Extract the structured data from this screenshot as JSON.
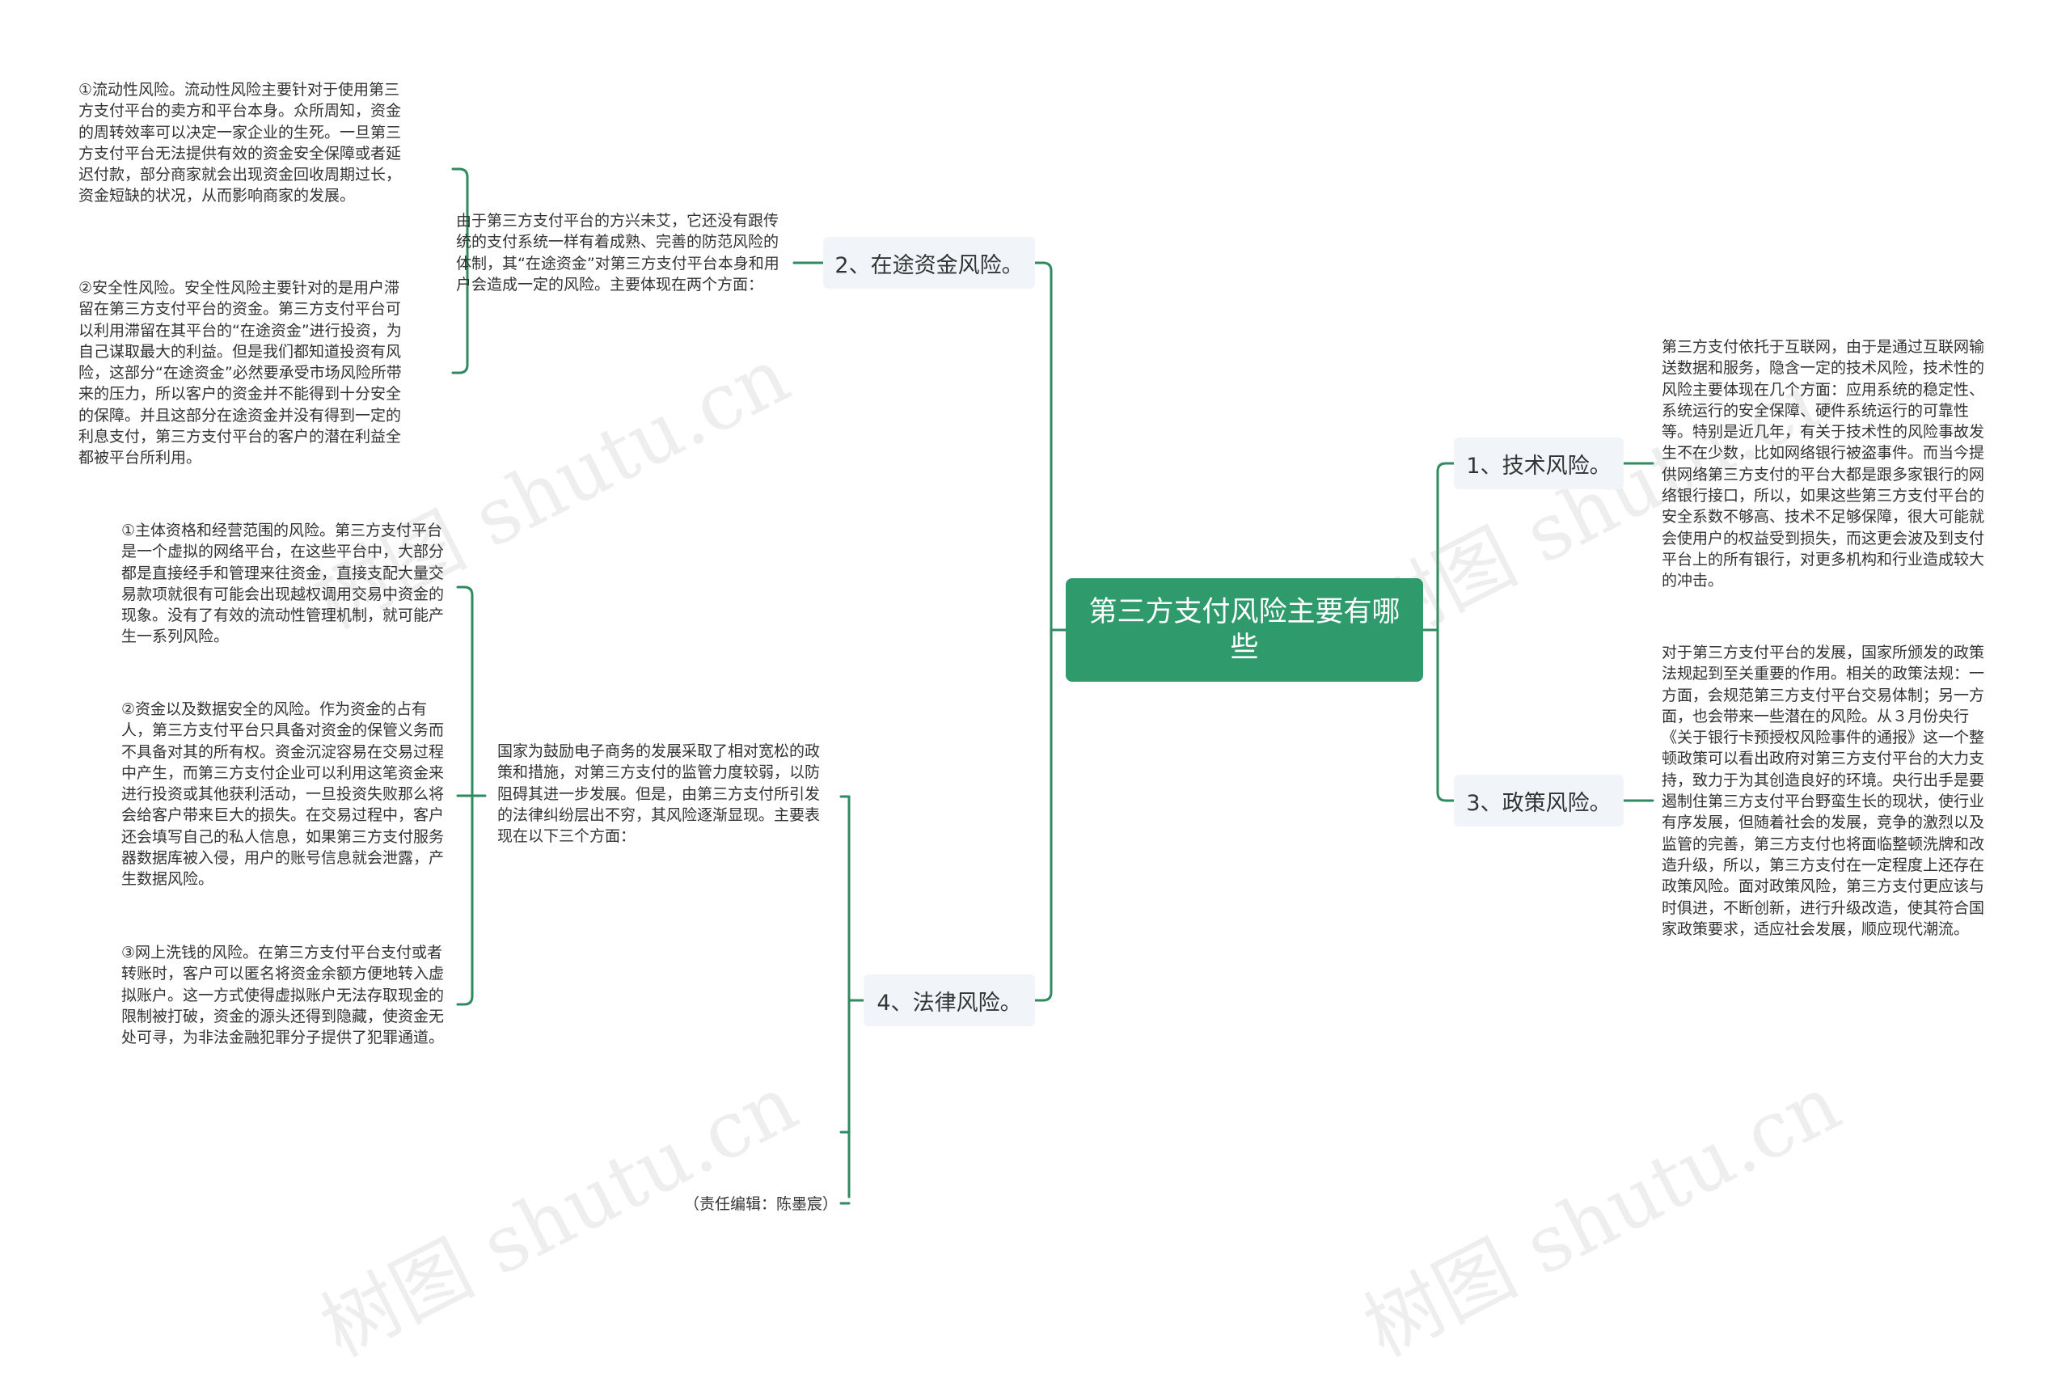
{
  "watermark": "树图 shutu.cn",
  "root": {
    "label": "第三方支付风险主要有哪些"
  },
  "branches": {
    "b1": {
      "label": "1、技术风险。",
      "desc": "第三方支付依托于互联网，由于是通过互联网输送数据和服务，隐含一定的技术风险，技术性的风险主要体现在几个方面：应用系统的稳定性、系统运行的安全保障、硬件系统运行的可靠性等。特别是近几年，有关于技术性的风险事故发生不在少数，比如网络银行被盗事件。而当今提供网络第三方支付的平台大都是跟多家银行的网络银行接口，所以，如果这些第三方支付平台的安全系数不够高、技术不足够保障，很大可能就会使用户的权益受到损失，而这更会波及到支付平台上的所有银行，对更多机构和行业造成较大的冲击。"
    },
    "b2": {
      "label": "2、在途资金风险。",
      "desc": "由于第三方支付平台的方兴未艾，它还没有跟传统的支付系统一样有着成熟、完善的防范风险的体制，其“在途资金”对第三方支付平台本身和用户会造成一定的风险。主要体现在两个方面：",
      "subs": [
        "①流动性风险。流动性风险主要针对于使用第三方支付平台的卖方和平台本身。众所周知，资金的周转效率可以决定一家企业的生死。一旦第三方支付平台无法提供有效的资金安全保障或者延迟付款，部分商家就会出现资金回收周期过长，资金短缺的状况，从而影响商家的发展。",
        "②安全性风险。安全性风险主要针对的是用户滞留在第三方支付平台的资金。第三方支付平台可以利用滞留在其平台的“在途资金”进行投资，为自己谋取最大的利益。但是我们都知道投资有风险，这部分“在途资金”必然要承受市场风险所带来的压力，所以客户的资金并不能得到十分安全的保障。并且这部分在途资金并没有得到一定的利息支付，第三方支付平台的客户的潜在利益全都被平台所利用。"
      ]
    },
    "b3": {
      "label": "3、政策风险。",
      "desc": "对于第三方支付平台的发展，国家所颁发的政策法规起到至关重要的作用。相关的政策法规：一方面，会规范第三方支付平台交易体制；另一方面，也会带来一些潜在的风险。从３月份央行《关于银行卡预授权风险事件的通报》这一个整顿政策可以看出政府对第三方支付平台的大力支持，致力于为其创造良好的环境。央行出手是要遏制住第三方支付平台野蛮生长的现状，使行业有序发展，但随着社会的发展，竞争的激烈以及监管的完善，第三方支付也将面临整顿洗牌和改造升级，所以，第三方支付在一定程度上还存在政策风险。面对政策风险，第三方支付更应该与时俱进，不断创新，进行升级改造，使其符合国家政策要求，适应社会发展，顺应现代潮流。"
    },
    "b4": {
      "label": "4、法律风险。",
      "desc": "国家为鼓励电子商务的发展采取了相对宽松的政策和措施，对第三方支付的监管力度较弱，以防阻碍其进一步发展。但是，由第三方支付所引发的法律纠纷层出不穷，其风险逐渐显现。主要表现在以下三个方面：",
      "subs": [
        "①主体资格和经营范围的风险。第三方支付平台是一个虚拟的网络平台，在这些平台中，大部分都是直接经手和管理来往资金，直接支配大量交易款项就很有可能会出现越权调用交易中资金的现象。没有了有效的流动性管理机制，就可能产生一系列风险。",
        "②资金以及数据安全的风险。作为资金的占有人，第三方支付平台只具备对资金的保管义务而不具备对其的所有权。资金沉淀容易在交易过程中产生，而第三方支付企业可以利用这笔资金来进行投资或其他获利活动，一旦投资失败那么将会给客户带来巨大的损失。在交易过程中，客户还会填写自己的私人信息，如果第三方支付服务器数据库被入侵，用户的账号信息就会泄露，产生数据风险。",
        "③网上洗钱的风险。在第三方支付平台支付或者转账时，客户可以匿名将资金余额方便地转入虚拟账户。这一方式使得虚拟账户无法存取现金的限制被打破，资金的源头还得到隐藏，使资金无处可寻，为非法金融犯罪分子提供了犯罪通道。"
      ]
    }
  },
  "editor": "（责任编辑：陈墨宸）",
  "colors": {
    "root_bg": "#2f9a6c",
    "line": "#2f8a5f",
    "branch_bg": "#f1f4f8"
  }
}
